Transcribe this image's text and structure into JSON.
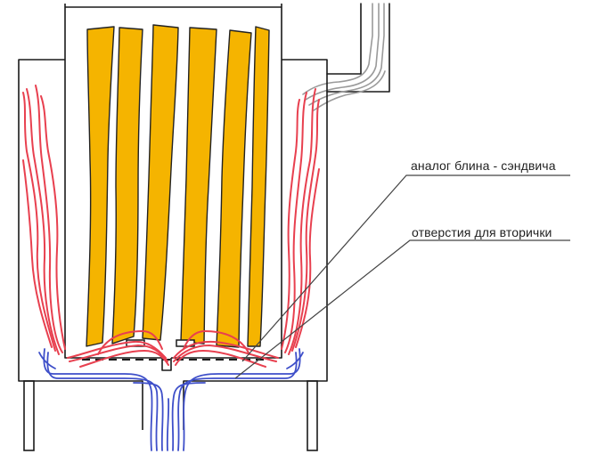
{
  "labels": {
    "sandwich": "аналог блина - сэндвича",
    "holes": "отверстия для вторички"
  },
  "colors": {
    "outline": "#1a1a1a",
    "wood": "#f5b400",
    "hot_flame": "#e8404f",
    "cold_air": "#3e4fc9",
    "smoke": "#9a9a9a",
    "leader_line": "#444444"
  },
  "icons": {
    "flames": "flame-streaks",
    "air": "air-flow-streaks",
    "smoke": "smoke-streaks"
  }
}
